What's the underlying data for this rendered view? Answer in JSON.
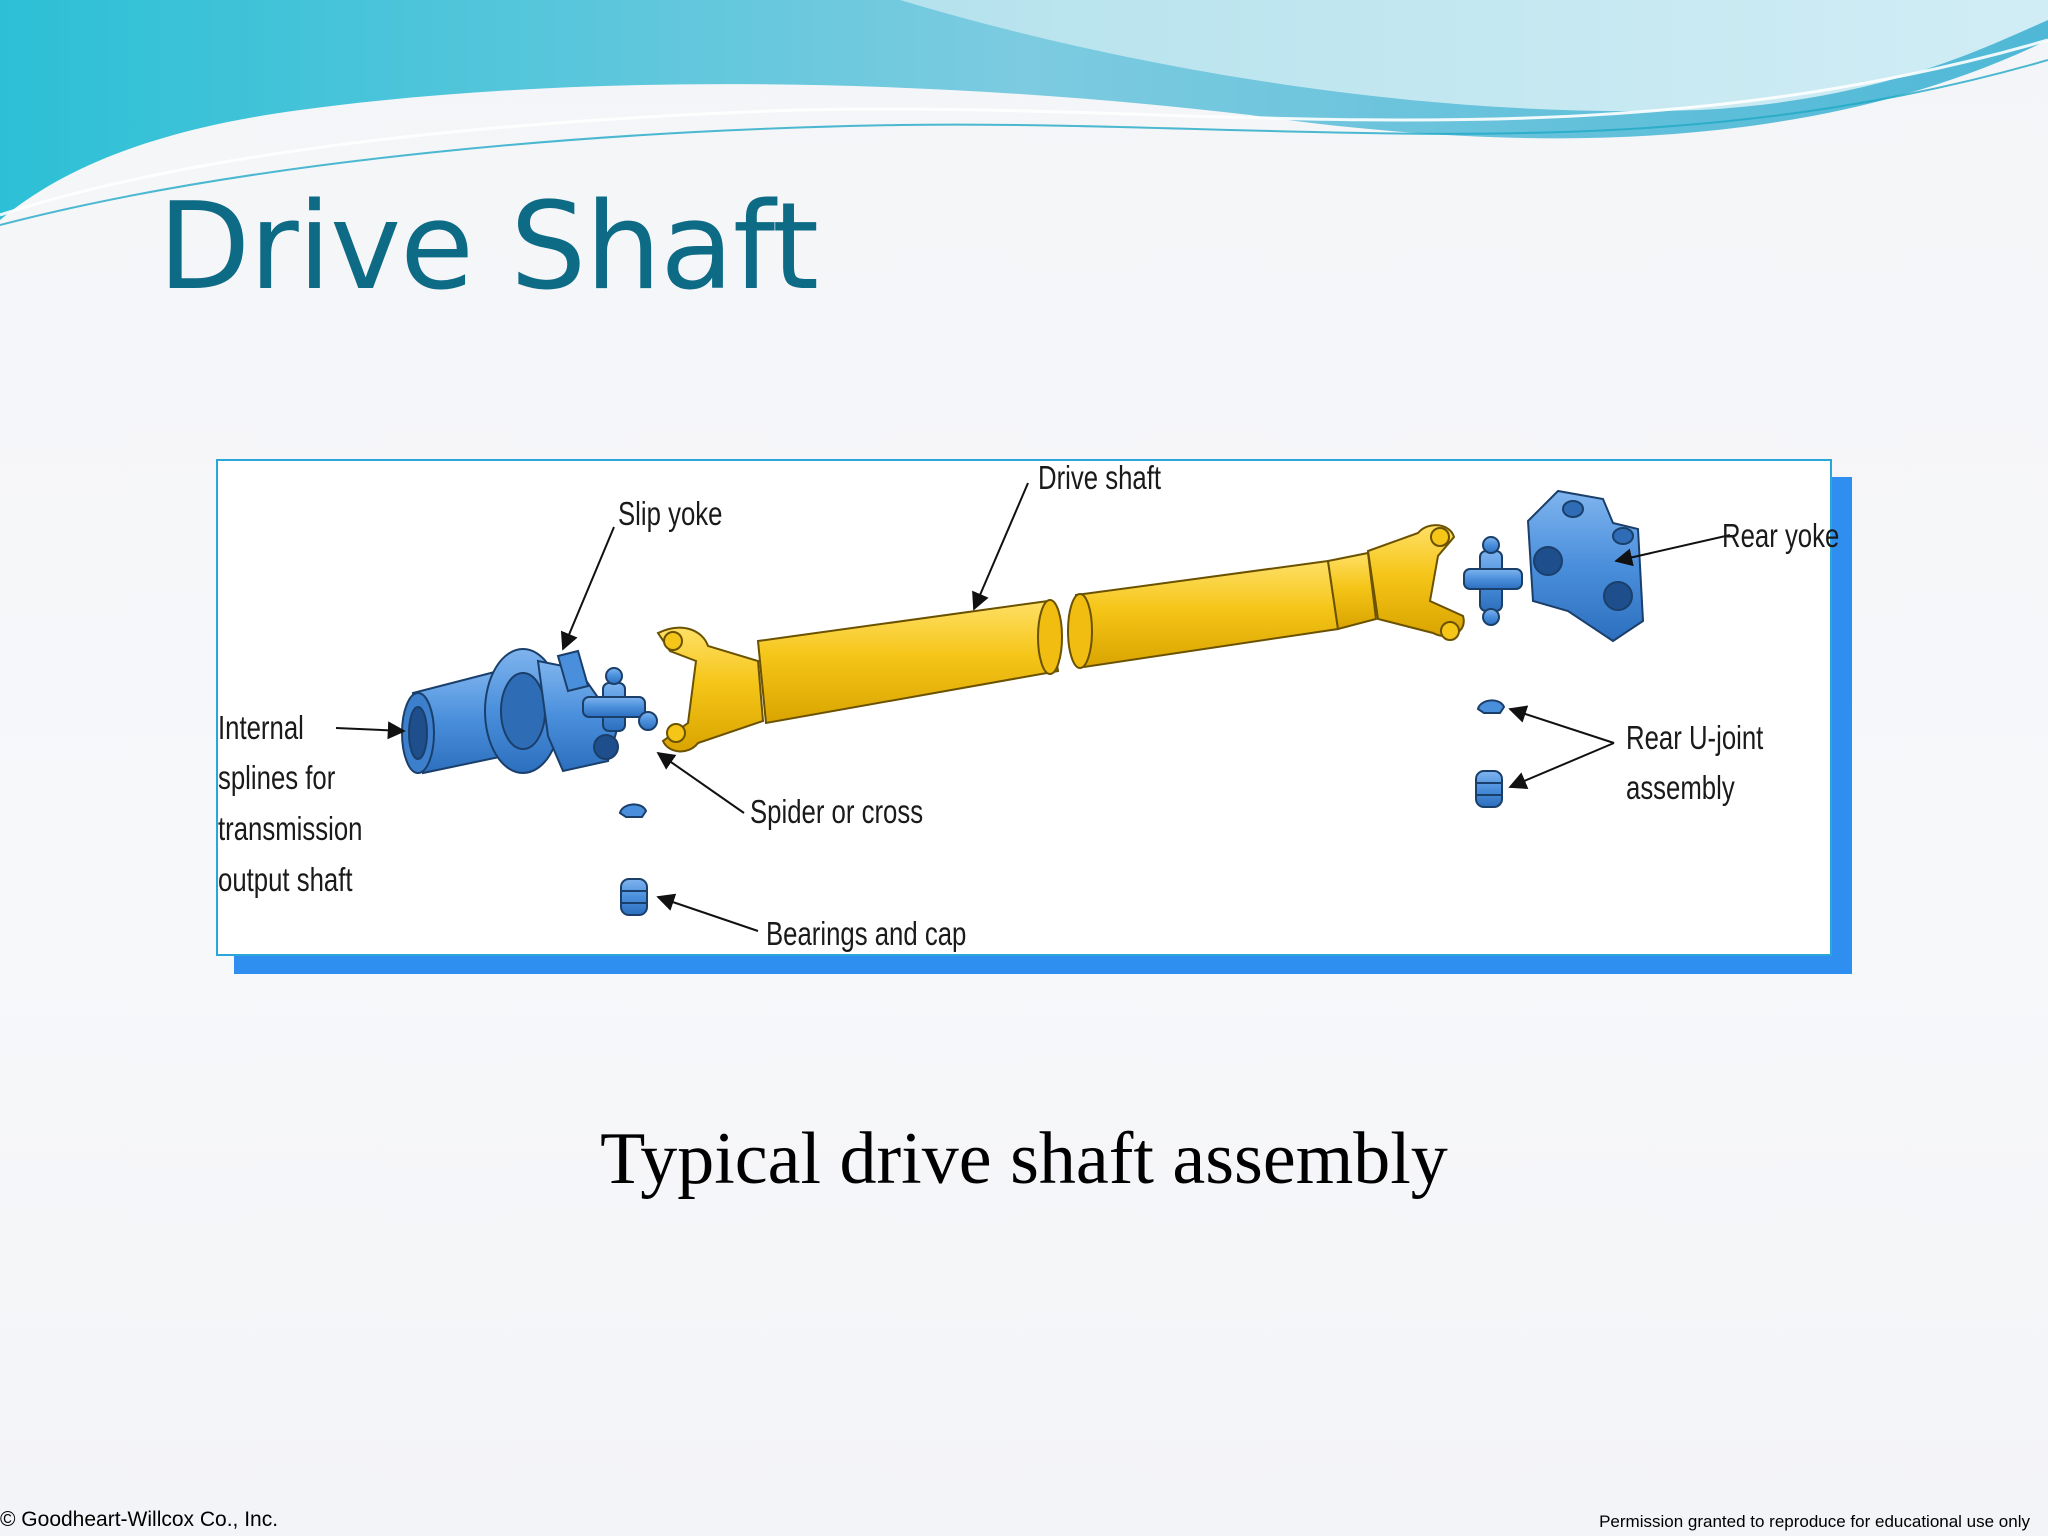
{
  "slide": {
    "title": "Drive Shaft",
    "caption": "Typical drive shaft assembly"
  },
  "diagram": {
    "labels": {
      "slip_yoke": "Slip yoke",
      "drive_shaft": "Drive shaft",
      "rear_yoke": "Rear yoke",
      "internal_splines": [
        "Internal",
        "splines for",
        "transmission",
        "output shaft"
      ],
      "spider_or_cross": "Spider or cross",
      "rear_u_joint": [
        "Rear U-joint",
        "assembly"
      ],
      "bearings_and_cap": "Bearings and cap"
    },
    "colors": {
      "shaft": "#f5c518",
      "components": "#4a8fdc",
      "frame_border": "#2aa6d8",
      "frame_shadow": "#2f8ff0"
    }
  },
  "footer": {
    "copyright": "© Goodheart-Willcox Co., Inc.",
    "permission": "Permission granted to reproduce for educational use only"
  },
  "theme": {
    "title_color": "#0e6b86",
    "wave_colors": [
      "#1fb8d3",
      "#5fc9df",
      "#bde6ef"
    ]
  }
}
